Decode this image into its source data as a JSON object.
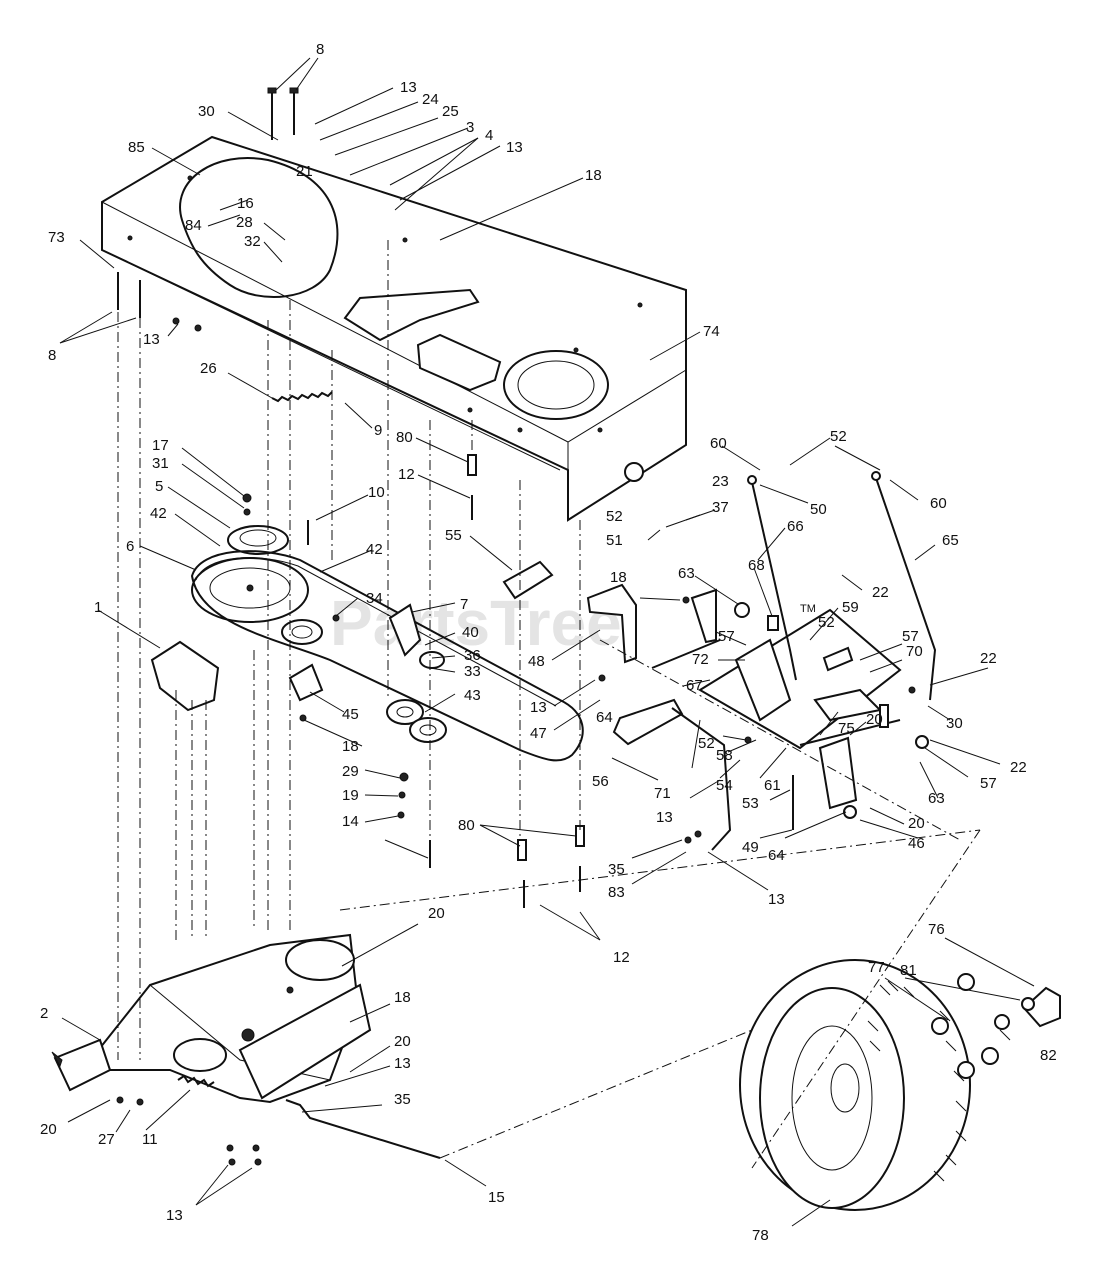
{
  "watermark": "PartsTree",
  "trademark": "TM",
  "callouts": [
    {
      "id": "c8a",
      "text": "8"
    },
    {
      "id": "c13a",
      "text": "13"
    },
    {
      "id": "c24",
      "text": "24"
    },
    {
      "id": "c25",
      "text": "25"
    },
    {
      "id": "c3",
      "text": "3"
    },
    {
      "id": "c4",
      "text": "4"
    },
    {
      "id": "c13b",
      "text": "13"
    },
    {
      "id": "c30a",
      "text": "30"
    },
    {
      "id": "c85",
      "text": "85"
    },
    {
      "id": "c21",
      "text": "21"
    },
    {
      "id": "c18a",
      "text": "18"
    },
    {
      "id": "c16",
      "text": "16"
    },
    {
      "id": "c84",
      "text": "84"
    },
    {
      "id": "c28",
      "text": "28"
    },
    {
      "id": "c73",
      "text": "73"
    },
    {
      "id": "c32",
      "text": "32"
    },
    {
      "id": "c8b",
      "text": "8"
    },
    {
      "id": "c13c",
      "text": "13"
    },
    {
      "id": "c74",
      "text": "74"
    },
    {
      "id": "c26",
      "text": "26"
    },
    {
      "id": "c9",
      "text": "9"
    },
    {
      "id": "c80a",
      "text": "80"
    },
    {
      "id": "c60a",
      "text": "60"
    },
    {
      "id": "c52a",
      "text": "52"
    },
    {
      "id": "c17",
      "text": "17"
    },
    {
      "id": "c12a",
      "text": "12"
    },
    {
      "id": "c31",
      "text": "31"
    },
    {
      "id": "c10",
      "text": "10"
    },
    {
      "id": "c50",
      "text": "50"
    },
    {
      "id": "c60b",
      "text": "60"
    },
    {
      "id": "c5",
      "text": "5"
    },
    {
      "id": "c23",
      "text": "23"
    },
    {
      "id": "c42a",
      "text": "42"
    },
    {
      "id": "c52b",
      "text": "52"
    },
    {
      "id": "c37",
      "text": "37"
    },
    {
      "id": "c66",
      "text": "66"
    },
    {
      "id": "c55",
      "text": "55"
    },
    {
      "id": "c6",
      "text": "6"
    },
    {
      "id": "c42b",
      "text": "42"
    },
    {
      "id": "c51",
      "text": "51"
    },
    {
      "id": "c65",
      "text": "65"
    },
    {
      "id": "c63a",
      "text": "63"
    },
    {
      "id": "c68",
      "text": "68"
    },
    {
      "id": "c18b",
      "text": "18"
    },
    {
      "id": "c22a",
      "text": "22"
    },
    {
      "id": "c59",
      "text": "59"
    },
    {
      "id": "c1",
      "text": "1"
    },
    {
      "id": "c34",
      "text": "34"
    },
    {
      "id": "c7",
      "text": "7"
    },
    {
      "id": "c57a",
      "text": "57"
    },
    {
      "id": "c52c",
      "text": "52"
    },
    {
      "id": "c40",
      "text": "40"
    },
    {
      "id": "c48",
      "text": "48"
    },
    {
      "id": "c57b",
      "text": "57"
    },
    {
      "id": "c36",
      "text": "36"
    },
    {
      "id": "c70",
      "text": "70"
    },
    {
      "id": "c72",
      "text": "72"
    },
    {
      "id": "c22b",
      "text": "22"
    },
    {
      "id": "c33",
      "text": "33"
    },
    {
      "id": "c13d",
      "text": "13"
    },
    {
      "id": "c67",
      "text": "67"
    },
    {
      "id": "c43",
      "text": "43"
    },
    {
      "id": "c47",
      "text": "47"
    },
    {
      "id": "c64a",
      "text": "64"
    },
    {
      "id": "c45",
      "text": "45"
    },
    {
      "id": "c20a",
      "text": "20"
    },
    {
      "id": "c75",
      "text": "75"
    },
    {
      "id": "c30b",
      "text": "30"
    },
    {
      "id": "c52d",
      "text": "52"
    },
    {
      "id": "c58",
      "text": "58"
    },
    {
      "id": "c18c",
      "text": "18"
    },
    {
      "id": "c56",
      "text": "56"
    },
    {
      "id": "c22c",
      "text": "22"
    },
    {
      "id": "c29",
      "text": "29"
    },
    {
      "id": "c71",
      "text": "71"
    },
    {
      "id": "c54",
      "text": "54"
    },
    {
      "id": "c61",
      "text": "61"
    },
    {
      "id": "c57c",
      "text": "57"
    },
    {
      "id": "c19",
      "text": "19"
    },
    {
      "id": "c63b",
      "text": "63"
    },
    {
      "id": "c13e",
      "text": "13"
    },
    {
      "id": "c53",
      "text": "53"
    },
    {
      "id": "c14",
      "text": "14"
    },
    {
      "id": "c20b",
      "text": "20"
    },
    {
      "id": "c80b",
      "text": "80"
    },
    {
      "id": "c46",
      "text": "46"
    },
    {
      "id": "c49",
      "text": "49"
    },
    {
      "id": "c64b",
      "text": "64"
    },
    {
      "id": "c35a",
      "text": "35"
    },
    {
      "id": "c83",
      "text": "83"
    },
    {
      "id": "c13f",
      "text": "13"
    },
    {
      "id": "c20c",
      "text": "20"
    },
    {
      "id": "c12b",
      "text": "12"
    },
    {
      "id": "c76",
      "text": "76"
    },
    {
      "id": "c81",
      "text": "81"
    },
    {
      "id": "c77",
      "text": "77"
    },
    {
      "id": "c18d",
      "text": "18"
    },
    {
      "id": "c2",
      "text": "2"
    },
    {
      "id": "c20d",
      "text": "20"
    },
    {
      "id": "c13g",
      "text": "13"
    },
    {
      "id": "c82",
      "text": "82"
    },
    {
      "id": "c35b",
      "text": "35"
    },
    {
      "id": "c20e",
      "text": "20"
    },
    {
      "id": "c27",
      "text": "27"
    },
    {
      "id": "c11",
      "text": "11"
    },
    {
      "id": "c15",
      "text": "15"
    },
    {
      "id": "c13h",
      "text": "13"
    },
    {
      "id": "c78",
      "text": "78"
    }
  ]
}
